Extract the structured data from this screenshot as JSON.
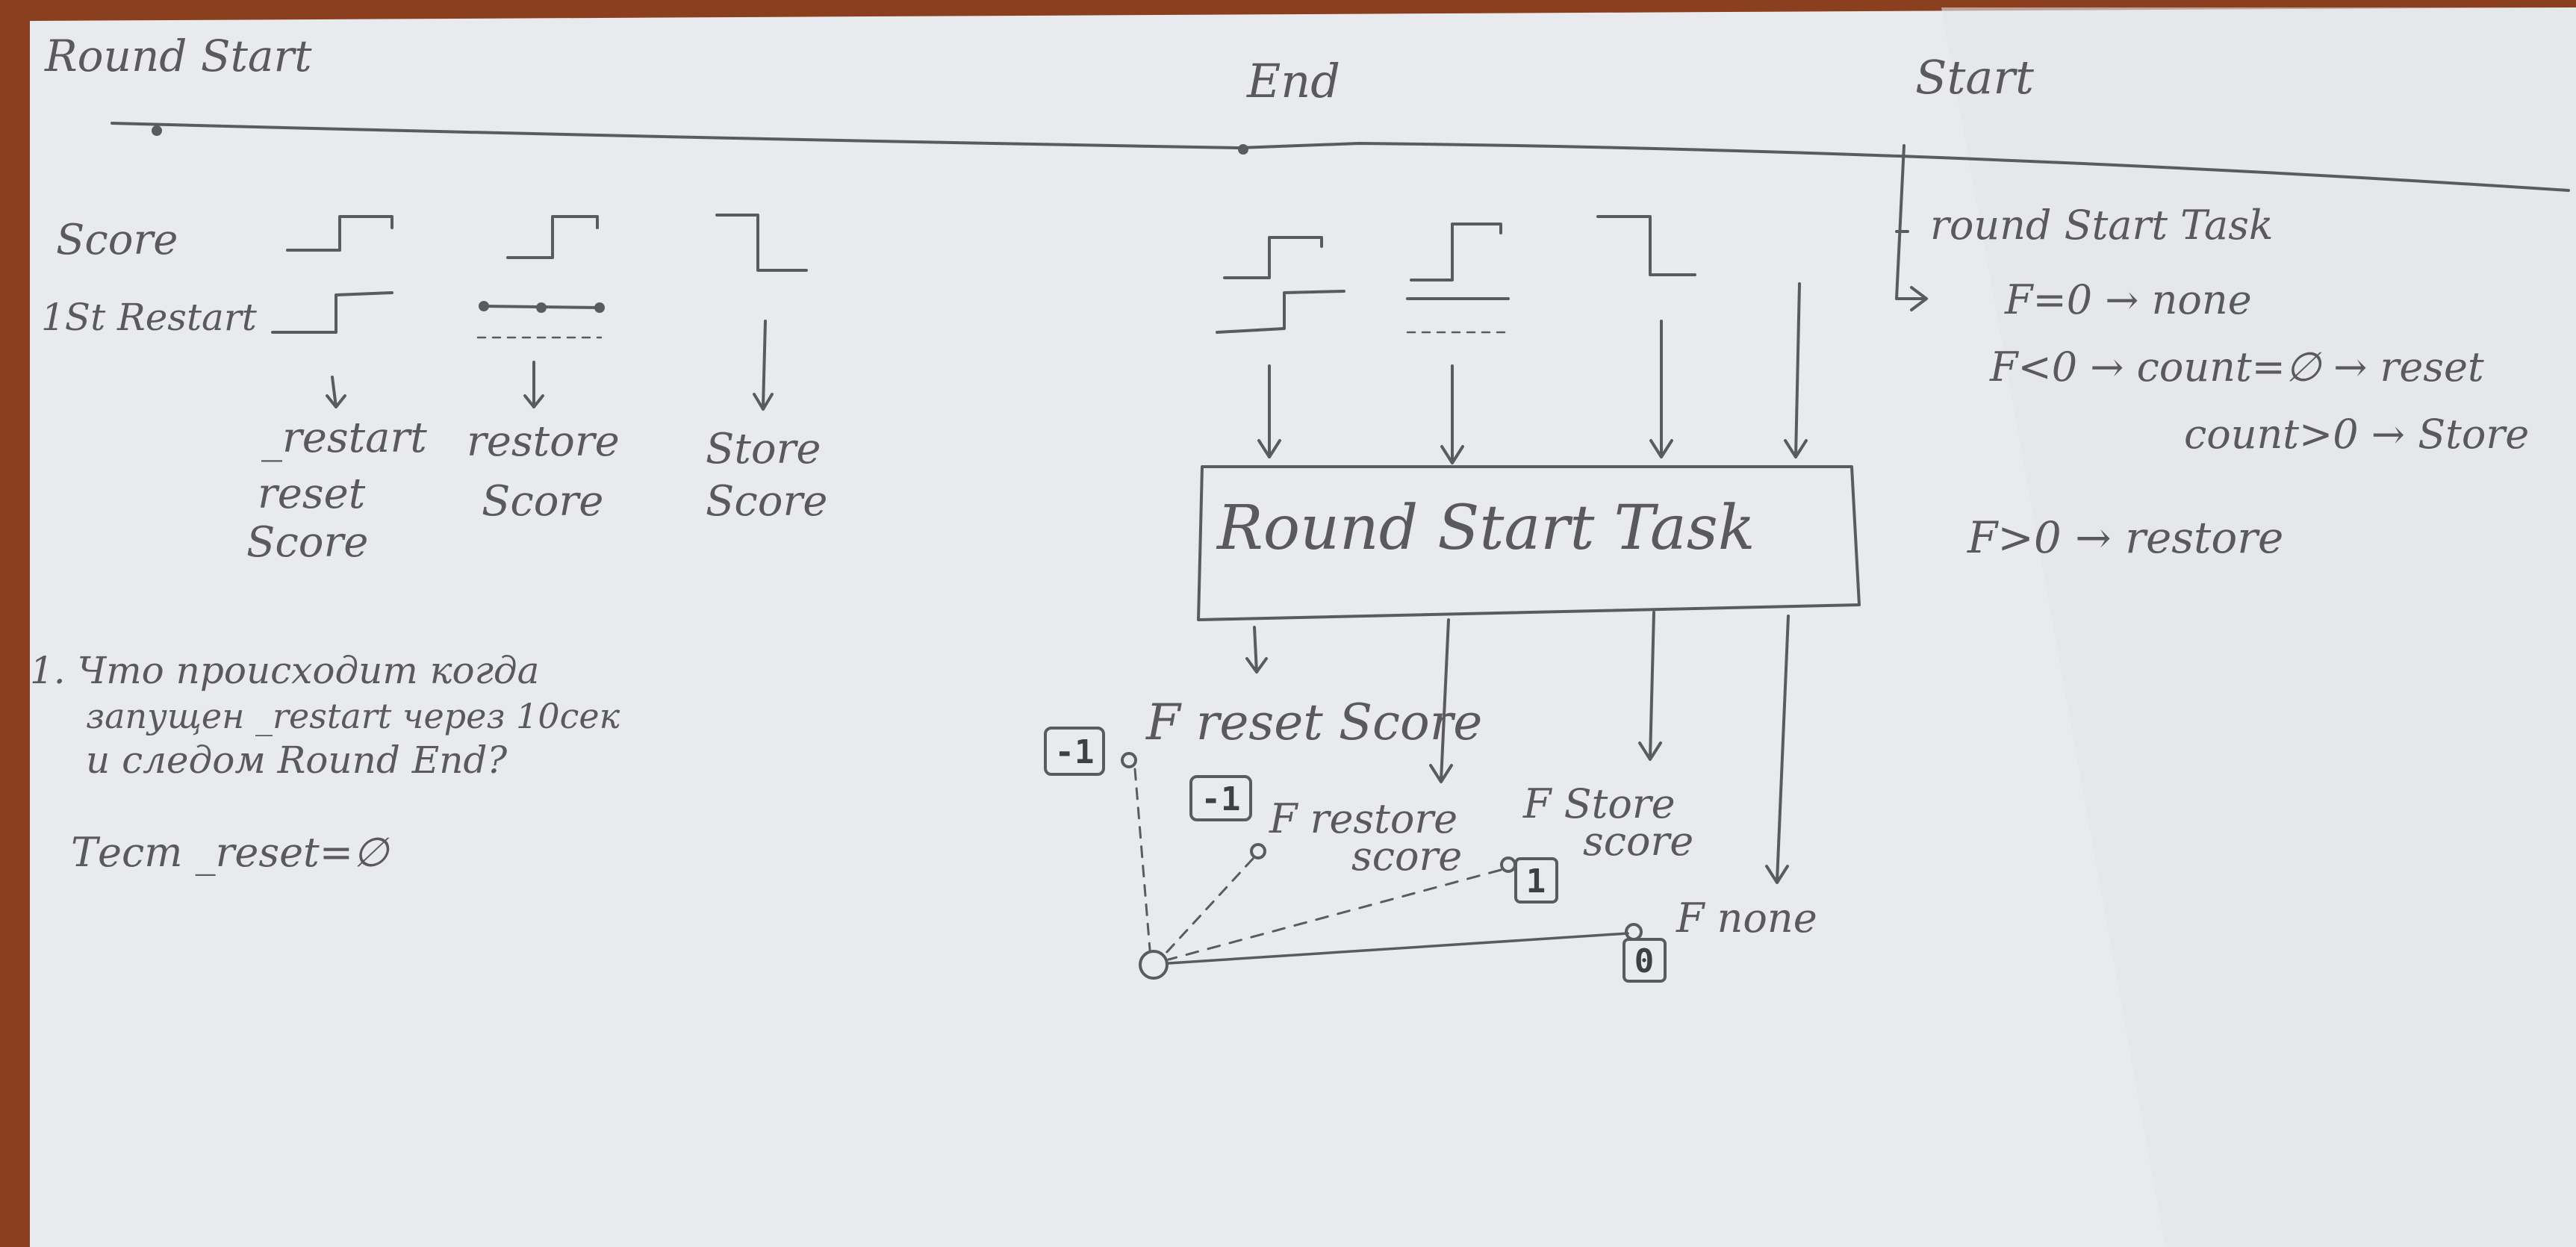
{
  "colors": {
    "paper": "#e8e9ec",
    "pencil": "#55565a",
    "table": "#8a3f1e"
  },
  "timeline": {
    "round_start": "Round Start",
    "end": "End",
    "start": "Start"
  },
  "rows": {
    "score": "Score",
    "first_restart": "1St Restart"
  },
  "cases": [
    {
      "line1": "_restart",
      "line2": "reset",
      "line3": "Score"
    },
    {
      "line1": "restore",
      "line2": "Score"
    },
    {
      "line1": "Store",
      "line2": "Score"
    }
  ],
  "task_box": {
    "label": "Round Start Task"
  },
  "logic": {
    "title": "round Start Task",
    "rule1": "F=0 → none",
    "rule2a": "F<0 → count=∅ → reset",
    "rule2b": "count>0 → Store",
    "rule3": "F>0 → restore"
  },
  "question": {
    "l1": "1. Что происходит когда",
    "l2": "запущен _restart через 10сек",
    "l3": "и следом Round End?",
    "l4": "Тест _reset=∅"
  },
  "outcomes": {
    "reset": {
      "badge": "-1",
      "label": "F reset Score"
    },
    "restore": {
      "badge": "-1",
      "label_a": "F restore",
      "label_b": "score"
    },
    "store": {
      "badge": "1",
      "label_a": "F Store",
      "label_b": "score"
    },
    "none": {
      "badge": "0",
      "label": "F none"
    }
  }
}
